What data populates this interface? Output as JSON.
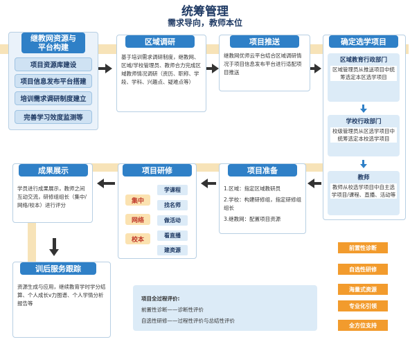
{
  "header": {
    "title": "统筹管理",
    "subtitle": "需求导向，教师本位"
  },
  "stage1": {
    "title": "继教网资源与\n平台构建",
    "items": [
      "项目资源库建设",
      "项目信息发布平台搭建",
      "培训需求调研制度建立",
      "完善学习效度监测等"
    ]
  },
  "stage2": {
    "title": "区域调研",
    "body": "基于培训需求调研制度，继教网、区域/学校管理员、教师合力完成区域教师情况调研（资历、职称、学段、学科、兴趣点、疑难点等）"
  },
  "stage3": {
    "title": "项目推送",
    "body": "继教网优师云平台结合区域调研情况于项目信息发布平台进行适配项目推送"
  },
  "stage4": {
    "title": "确定选学项目",
    "sub": [
      {
        "title": "区域教育行政部门",
        "body": "区域管理员从推送项目中统筹选定本区选学项目"
      },
      {
        "title": "学校行政部门",
        "body": "校级管理员从区选学项目中统筹选定本校选学项目"
      },
      {
        "title": "教师",
        "body": "教师从校选学项目中自主选学项目/课程、直播、活动等"
      }
    ]
  },
  "stage5": {
    "title": "项目准备",
    "lines": [
      "1.区域：指定区域教研员",
      "2.学校：构建研修组，指定研修组组长",
      "3.继教网：配置项目资源"
    ]
  },
  "stage6": {
    "title": "项目研修",
    "modes": [
      "集中",
      "网络",
      "校本"
    ],
    "activities": [
      "学课程",
      "找名师",
      "做活动",
      "看直播",
      "建资源"
    ]
  },
  "stage7": {
    "title": "成果展示",
    "body": "学员进行成果展示，教师之间互动交流，研修组组长（集中/网络/校本）进行评分"
  },
  "stage8": {
    "title": "训后服务跟踪",
    "body": "资源生成与应用，继续教育学时学分结算、个人成长v力图谱、个人学情分析报告等"
  },
  "evaluation": {
    "title": "项目全过程评价:",
    "lines": [
      "前置性诊断——诊断性评价",
      "自选性研修——过程性评价与总结性评价"
    ]
  },
  "features": [
    "前置性诊断",
    "自选性研修",
    "海量式资源",
    "专业化引领",
    "全方位支持"
  ],
  "colors": {
    "accent": "#2f80c7",
    "band": "#f7e3b8",
    "orange": "#f29b2d",
    "title": "#1f3a64"
  }
}
